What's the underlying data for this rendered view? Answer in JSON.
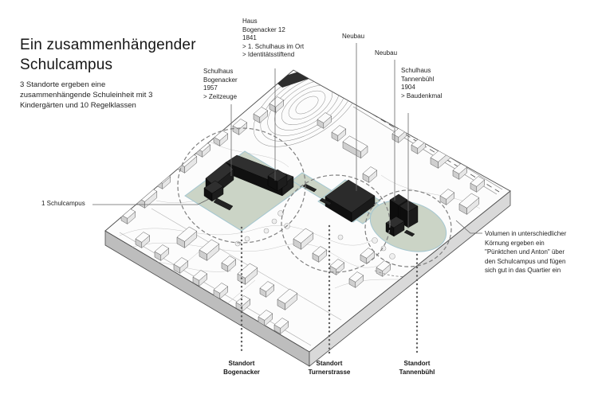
{
  "header": {
    "title": "Ein zusammenhängender\nSchulcampus",
    "subtitle": "3 Standorte ergeben eine\nzusammenhängende Schuleinheit mit 3\nKindergärten und 10 Regelklassen"
  },
  "annotations": {
    "haus_bogenacker_12": "Haus\nBogenacker 12\n1841\n> 1. Schulhaus im Ort\n> Identitätsstiftend",
    "schulhaus_bogenacker": "Schulhaus\nBogenacker\n1957\n> Zeitzeuge",
    "neubau_turnerstrasse": "Neubau",
    "neubau_tannenbuehl": "Neubau",
    "schulhaus_tannenbuehl": "Schulhaus\nTannenbühl\n1904\n> Baudenkmal",
    "schulcampus": "1 Schulcampus",
    "volumen": "Volumen in unterschiedlicher\nKörnung ergeben ein\n\"Pünktchen und Anton\" über\nden Schulcampus und fügen\nsich gut in das Quartier ein"
  },
  "standorte": [
    {
      "label": "Standort\nBogenacker"
    },
    {
      "label": "Standort\nTurnerstrasse"
    },
    {
      "label": "Standort\nTannenbühl"
    }
  ],
  "colors": {
    "campus_area_fill": "#cbd4c6",
    "campus_area_border": "#a3c6d1",
    "school_building": "#141414",
    "terrain_side": "#c0c0c0"
  }
}
